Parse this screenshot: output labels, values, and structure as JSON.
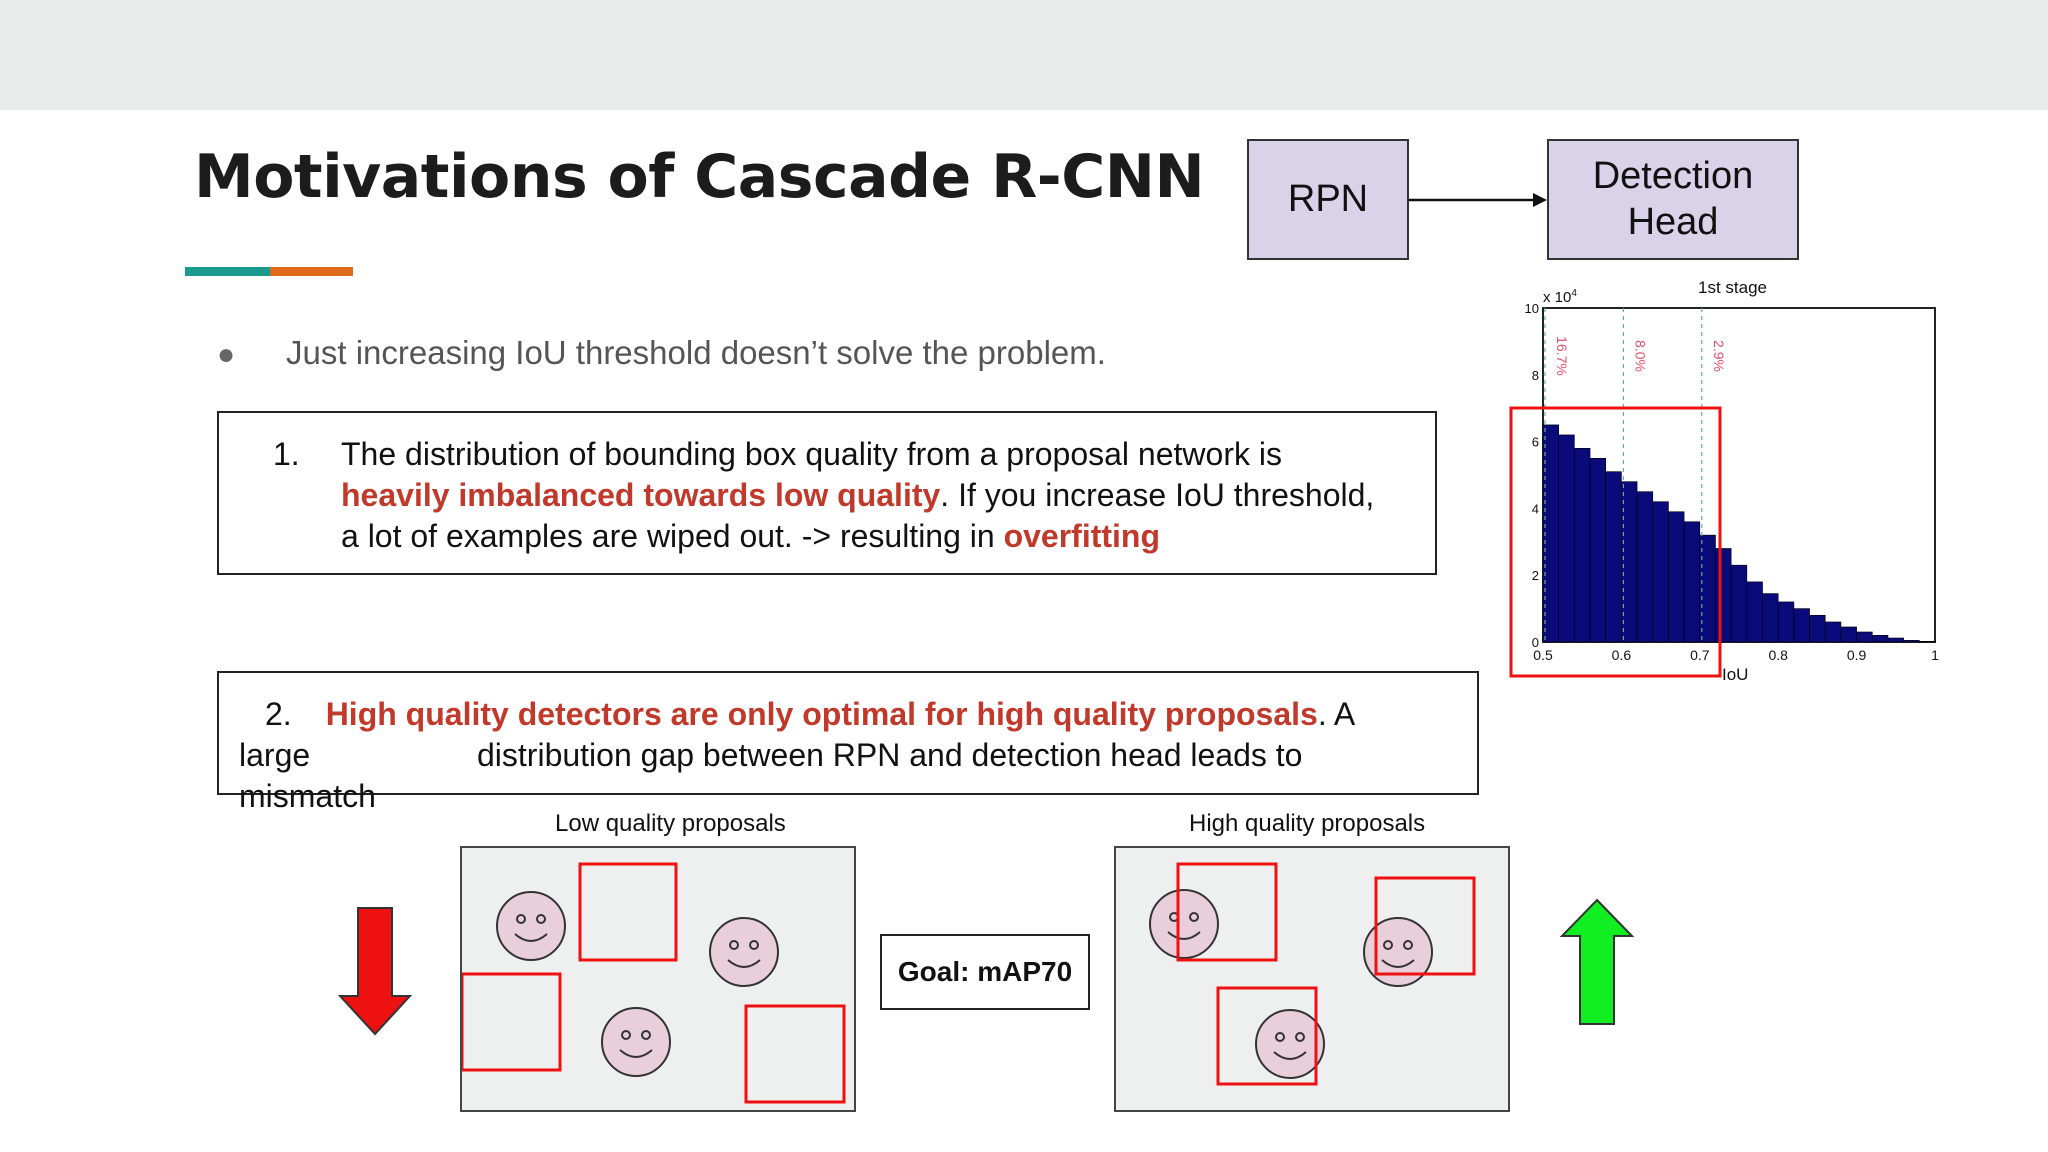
{
  "slide": {
    "title": "Motivations of Cascade R-CNN",
    "accent_colors": [
      "#1a9a8f",
      "#e06a1b"
    ],
    "bullet": "Just increasing IoU threshold doesn’t solve the problem.",
    "point1": {
      "number": "1.",
      "line1": "The distribution of bounding box quality from a proposal network is",
      "line2_red": "heavily imbalanced towards low quality",
      "line2_rest": ".  If you increase IoU threshold,",
      "line3_pre": "a lot of examples are wiped out. -> resulting in ",
      "line3_red": "overfitting"
    },
    "point2": {
      "number": "2.",
      "red": "High quality detectors are only optimal for high quality proposals",
      "rest": ". A",
      "line2_a": "large",
      "line2_b": "distribution gap between RPN and detection head leads to",
      "line3": "mismatch"
    },
    "diagram": {
      "rpn": "RPN",
      "head_line1": "Detection",
      "head_line2": "Head"
    },
    "histogram": {
      "stage_label": "1st stage",
      "exponent_label": "x 10",
      "exponent_sup": "4",
      "y_ticks": [
        "10",
        "8",
        "6",
        "4",
        "2",
        "0"
      ],
      "x_ticks": [
        "0.5",
        "0.6",
        "0.7",
        "0.8",
        "0.9",
        "1"
      ],
      "x_label": "IoU",
      "percent_labels": [
        "16.7%",
        "8.0%",
        "2.9%"
      ],
      "bar_color": "#0a0a7a",
      "bar_values": [
        6.5,
        6.2,
        5.8,
        5.5,
        5.1,
        4.8,
        4.5,
        4.2,
        3.9,
        3.6,
        3.2,
        2.8,
        2.3,
        1.8,
        1.45,
        1.2,
        1.0,
        0.8,
        0.6,
        0.45,
        0.3,
        0.2,
        0.12,
        0.05,
        0.02
      ]
    },
    "proposals": {
      "low_caption": "Low quality proposals",
      "high_caption": "High quality proposals",
      "goal": "Goal: mAP70",
      "down_arrow_color": "#ee1111",
      "up_arrow_color": "#11ee22"
    }
  }
}
